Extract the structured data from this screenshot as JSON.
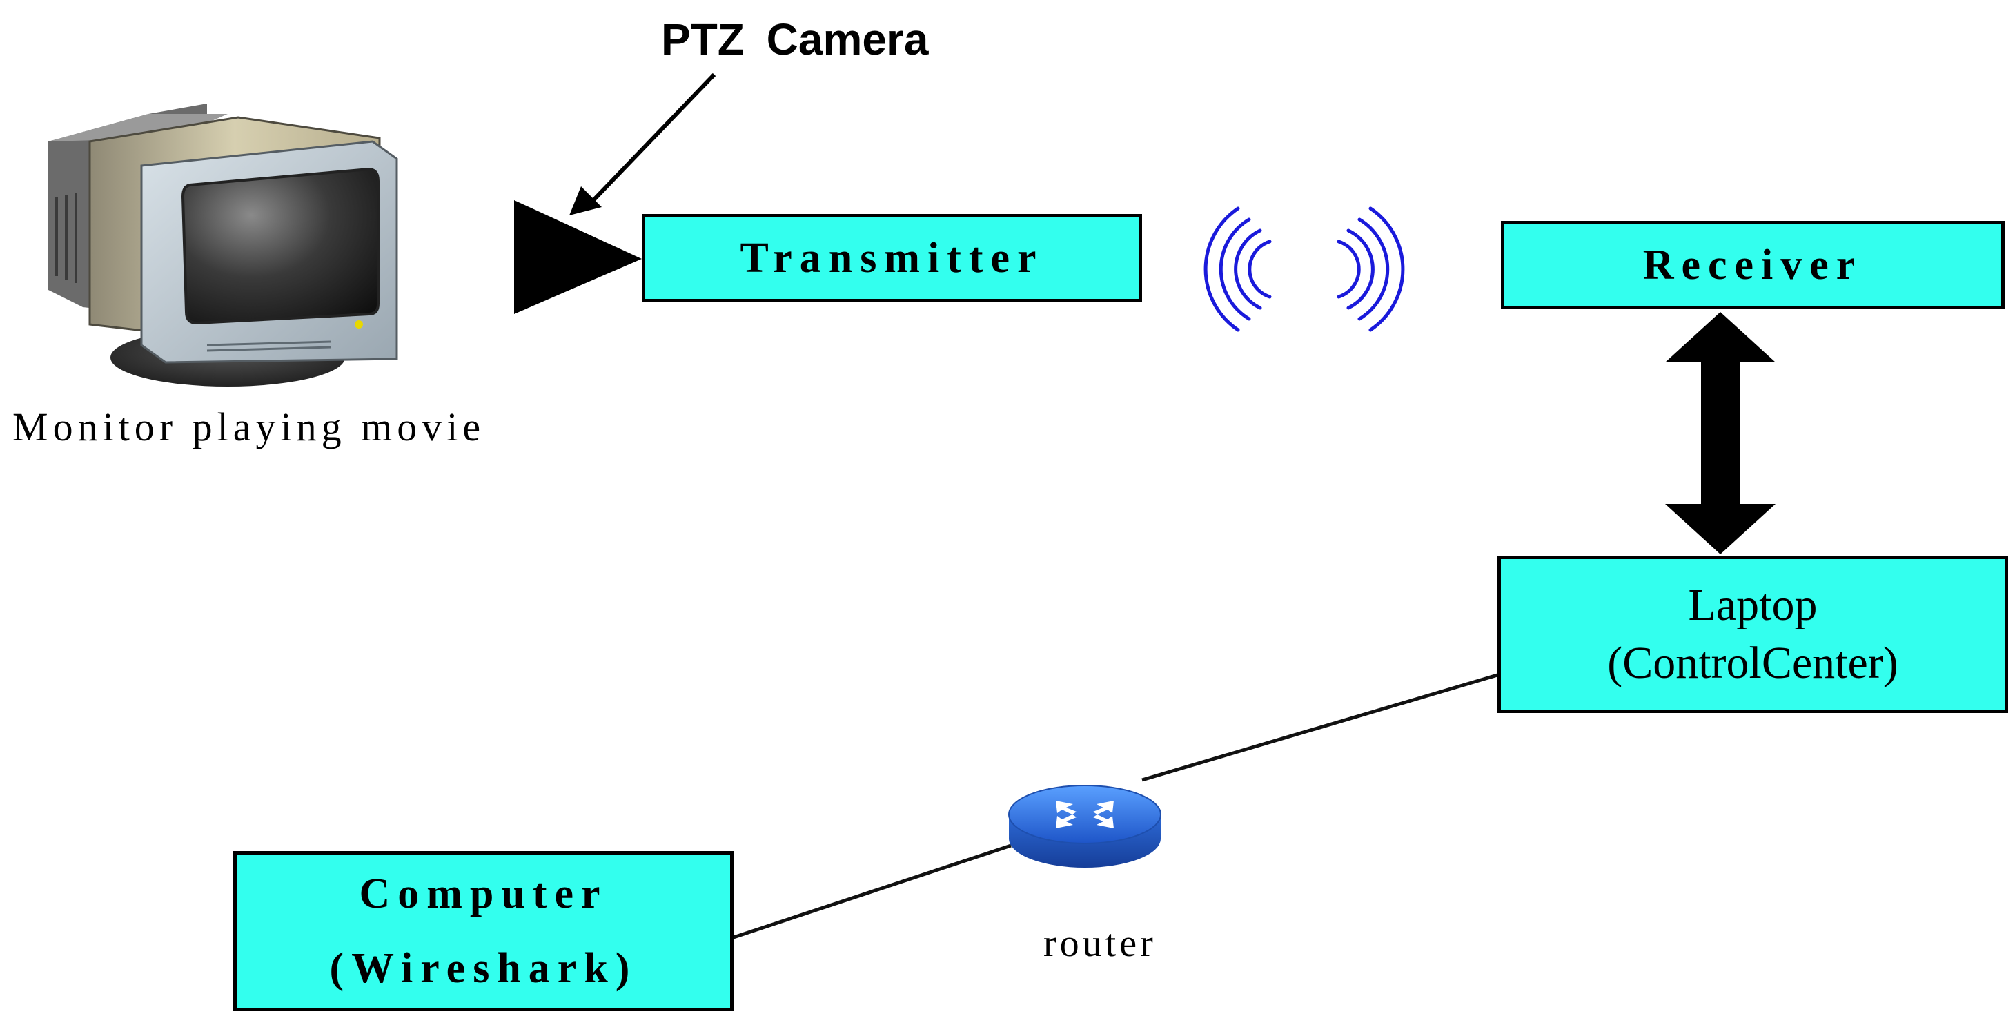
{
  "labels": {
    "ptz_camera": "PTZ  Camera",
    "transmitter": "Transmitter",
    "receiver": "Receiver",
    "laptop_line1": "Laptop",
    "laptop_line2": "(ControlCenter)",
    "computer_line1": "Computer",
    "computer_line2": "(Wireshark)",
    "router": "router",
    "monitor": "Monitor playing movie"
  },
  "icons": {
    "monitor": "crt-monitor-icon",
    "camera": "ptz-camera-icon",
    "wireless": "wireless-signal-icon",
    "router": "router-icon"
  },
  "colors": {
    "box_fill": "#33ffee",
    "outline": "#000000",
    "wireless_waves": "#1a1adb",
    "router_body": "#2f6fe0",
    "background": "#ffffff"
  }
}
